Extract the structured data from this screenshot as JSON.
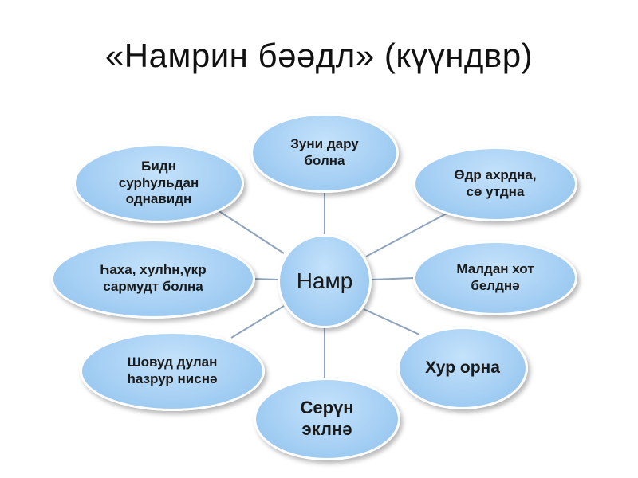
{
  "title": "«Намрин бәәдл» (күүндвр)",
  "center": {
    "label": "Намр"
  },
  "nodes": [
    {
      "label": "Зуни дару\nболна"
    },
    {
      "label": "Өдр ахрдна,\nсө утдна"
    },
    {
      "label": "Малдан хот\nбелднә"
    },
    {
      "label": "Хур орна"
    },
    {
      "label": "Серүн\nэклнә"
    },
    {
      "label": "Шовуд дулан\nһазрур ниснә"
    },
    {
      "label": "Һаха, хулһн,үкр\nсармудт болна"
    },
    {
      "label": "Бидн\nсурһульдан\nоднавидн"
    }
  ],
  "colors": {
    "node_fill": "#a7d0f4",
    "link": "#8ea3bc",
    "text": "#1a1a1a"
  }
}
